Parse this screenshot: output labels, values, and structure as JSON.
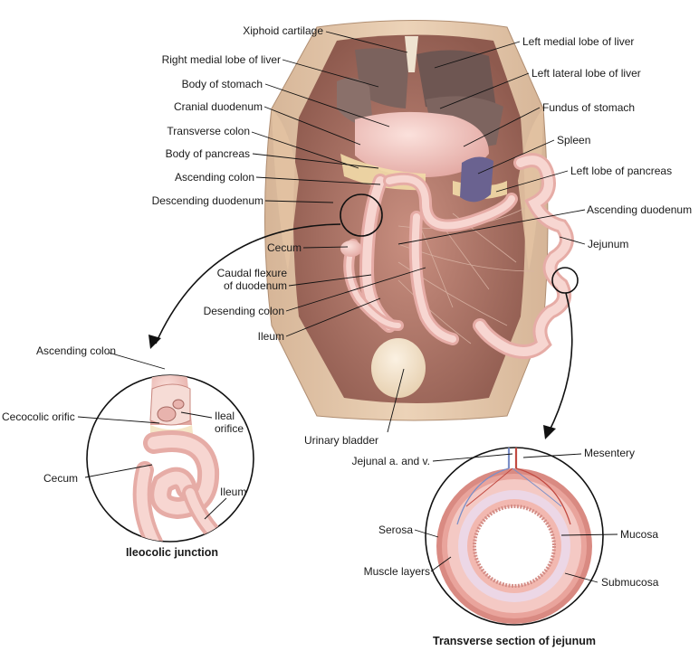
{
  "main_labels": {
    "xiphoid_cartilage": "Xiphoid cartilage",
    "right_medial_lobe_liver": "Right medial lobe of liver",
    "body_of_stomach": "Body of stomach",
    "cranial_duodenum": "Cranial duodenum",
    "transverse_colon": "Transverse colon",
    "body_of_pancreas": "Body of pancreas",
    "ascending_colon": "Ascending colon",
    "descending_duodenum": "Descending duodenum",
    "cecum": "Cecum",
    "caudal_flexure_line1": "Caudal flexure",
    "caudal_flexure_line2": "of duodenum",
    "desending_colon": "Desending colon",
    "ileum": "Ileum",
    "urinary_bladder": "Urinary bladder",
    "left_medial_lobe_liver": "Left medial lobe of liver",
    "left_lateral_lobe_liver": "Left lateral lobe of liver",
    "fundus_of_stomach": "Fundus of stomach",
    "spleen": "Spleen",
    "left_lobe_pancreas": "Left lobe of pancreas",
    "ascending_duodenum": "Ascending duodenum",
    "jejunum": "Jejunum"
  },
  "ileocolic_inset": {
    "caption": "Ileocolic junction",
    "ascending_colon": "Ascending colon",
    "cecocolic_orific": "Cecocolic orific",
    "ileal_line1": "Ileal",
    "ileal_line2": "orifice",
    "cecum": "Cecum",
    "ileum": "Ileum"
  },
  "jejunum_inset": {
    "caption": "Transverse section of jejunum",
    "jejunal_av": "Jejunal a. and v.",
    "mesentery": "Mesentery",
    "serosa": "Serosa",
    "mucosa": "Mucosa",
    "muscle_layers": "Muscle layers",
    "submucosa": "Submucosa"
  },
  "colors": {
    "body_wall": "#e8c8a8",
    "liver": "#8a6f6a",
    "intestine": "#f0c2bc",
    "spleen": "#6a6290",
    "bladder": "#f3e1c8",
    "pancreas": "#f2dca8"
  }
}
